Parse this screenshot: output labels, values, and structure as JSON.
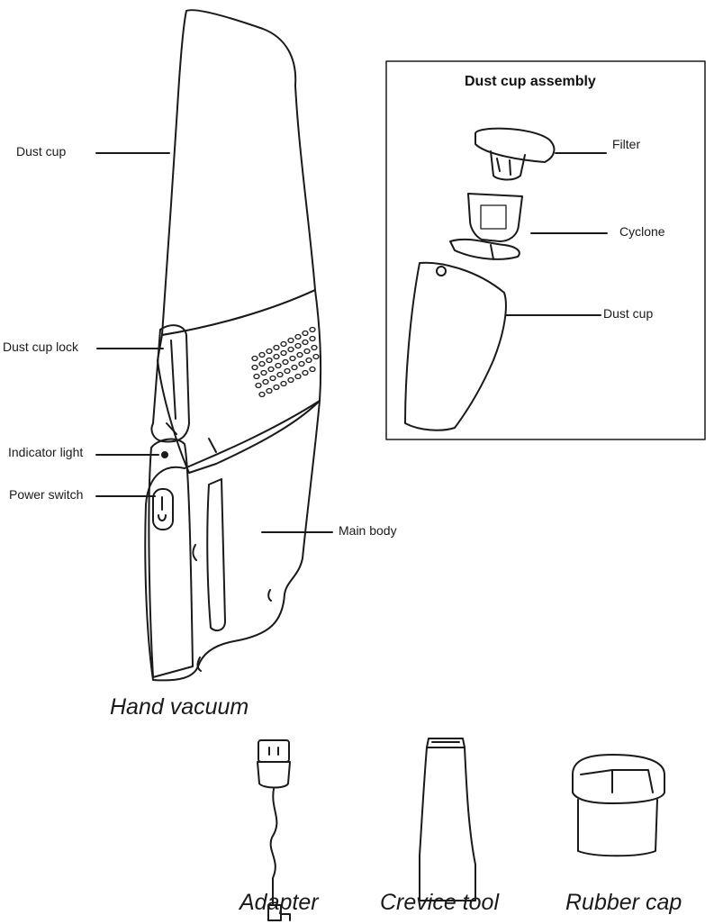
{
  "hand_vacuum": {
    "callouts": {
      "dust_cup": "Dust cup",
      "dust_cup_lock": "Dust cup lock",
      "indicator_light": "Indicator light",
      "power_switch": "Power switch",
      "main_body": "Main body"
    },
    "caption": "Hand vacuum"
  },
  "assembly": {
    "title": "Dust cup assembly",
    "callouts": {
      "filter": "Filter",
      "cyclone": "Cyclone",
      "dust_cup": "Dust cup"
    }
  },
  "accessories": [
    {
      "caption": "Adapter"
    },
    {
      "caption": "Crevice tool"
    },
    {
      "caption": "Rubber cap"
    }
  ]
}
